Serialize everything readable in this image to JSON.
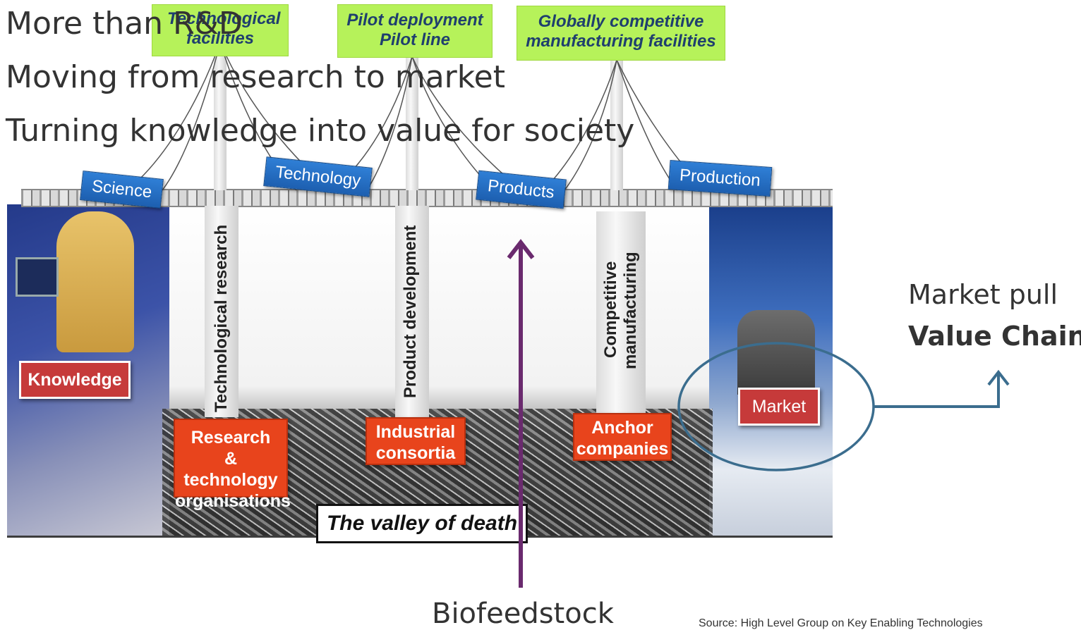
{
  "bullets": [
    "More than R&D",
    "Moving from research to market",
    "Turning knowledge into value for society"
  ],
  "top_boxes": {
    "tech_facilities": "Technological facilities",
    "pilot": [
      "Pilot deployment",
      "Pilot line"
    ],
    "global": [
      "Globally competitive",
      "manufacturing facilities"
    ]
  },
  "bridge_tags": {
    "science": "Science",
    "technology": "Technology",
    "products": "Products",
    "production": "Production"
  },
  "pillars": {
    "tech_research": "Technological research",
    "product_dev": "Product development",
    "competitive": [
      "Competitive",
      "manufacturing"
    ]
  },
  "ground_boxes": {
    "knowledge": "Knowledge",
    "rto": [
      "Research",
      "& technology",
      "organisations"
    ],
    "industrial": [
      "Industrial",
      "consortia"
    ],
    "anchor": [
      "Anchor",
      "companies"
    ],
    "market": "Market"
  },
  "valley_label": "The valley of death",
  "market_pull": {
    "line1": "Market pull",
    "line2": "Value Chain"
  },
  "biofeedstock": "Biofeedstock",
  "source": "Source:  High Level Group on Key Enabling Technologies",
  "colors": {
    "purple_arrow": "#6a2a6e",
    "teal": "#3b6d8e",
    "red": "#e8441c",
    "green": "#b6f25a",
    "blue": "#1d5fb0"
  }
}
